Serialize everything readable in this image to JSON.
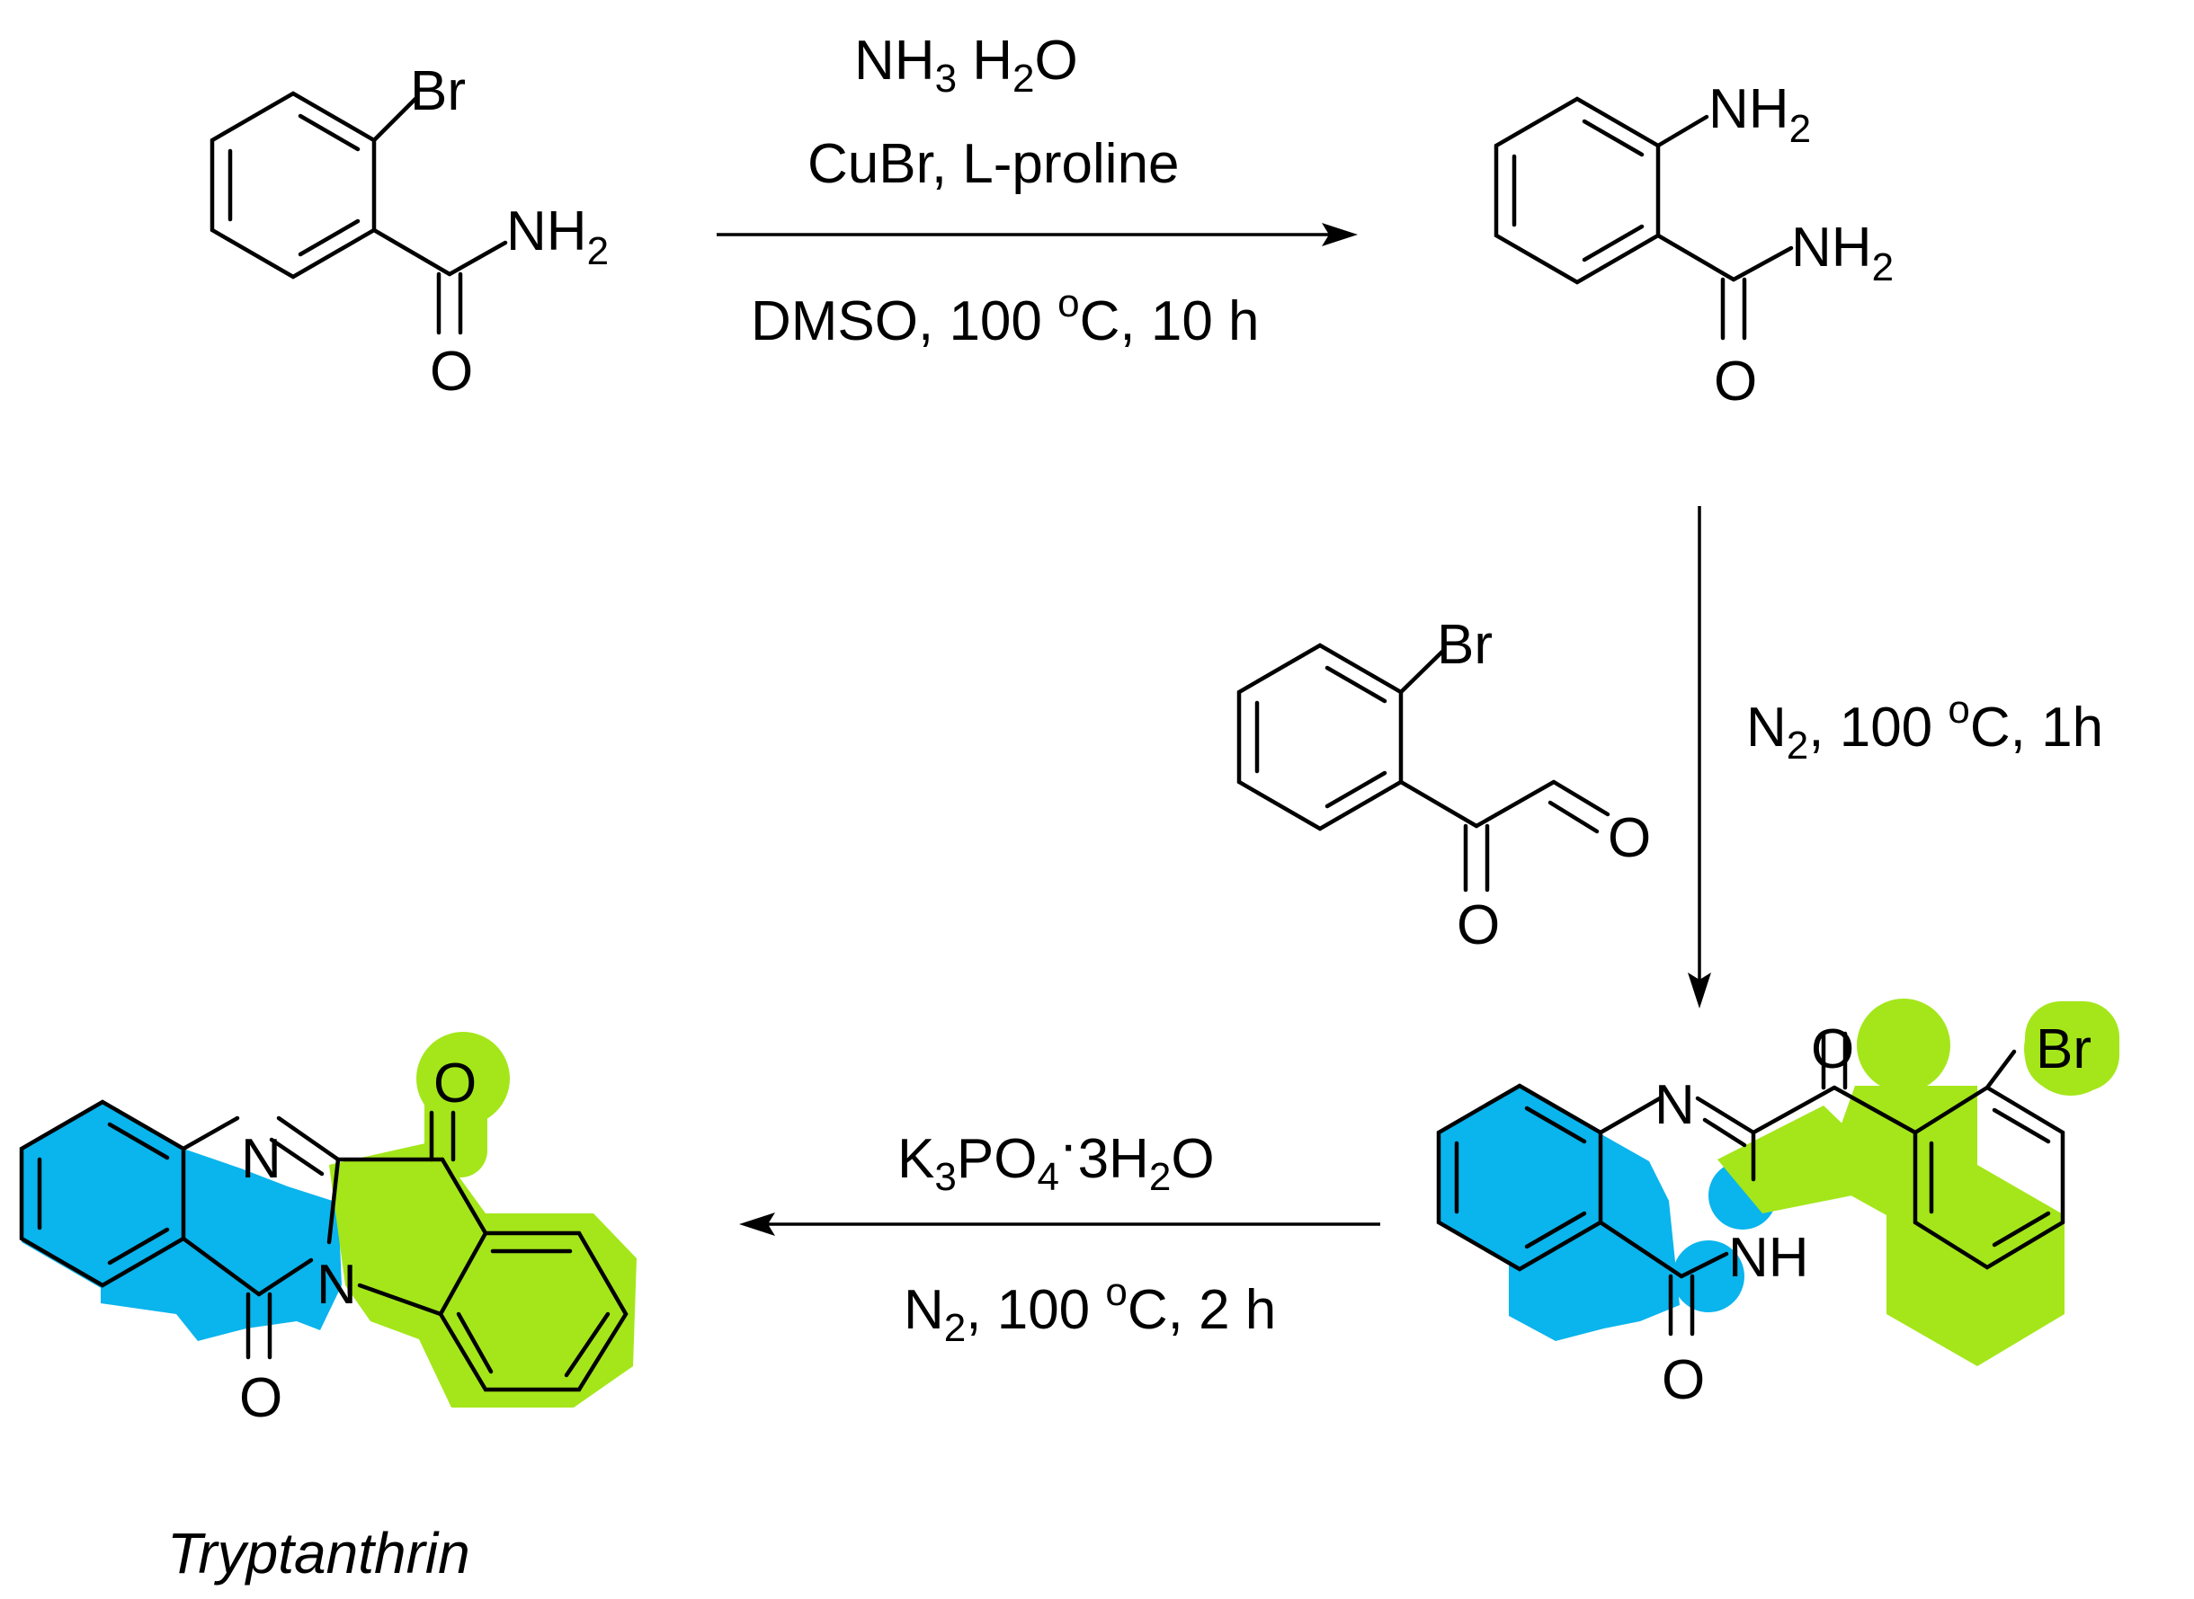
{
  "colors": {
    "highlight_green": "#a4e61a",
    "highlight_blue": "#0ab4ec"
  },
  "atoms": {
    "br": "Br",
    "nh": "NH",
    "nh_h": "H",
    "two": "2",
    "o": "O",
    "n": "N"
  },
  "steps": [
    {
      "line1": {
        "a": "NH",
        "a_sub": "3",
        "b": " H",
        "b_sub": "2",
        "c": "O"
      },
      "line2": "CuBr, L-proline",
      "line3": {
        "a": "DMSO, 100 ",
        "sup": "o",
        "b": "C, 10 h"
      }
    },
    {
      "line1": {
        "a": "N",
        "a_sub": "2",
        "b": ", 100 ",
        "sup": "o",
        "c": "C, 1h"
      }
    },
    {
      "line1": {
        "a": "K",
        "a_sub": "3",
        "b": "PO",
        "b_sub": "4",
        "dot": "·",
        "c": "3H",
        "c_sub": "2",
        "d": "O"
      },
      "line2": {
        "a": "N",
        "a_sub": "2",
        "b": ", 100 ",
        "sup": "o",
        "c": "C, 2 h"
      }
    }
  ],
  "product_name": "Tryptanthrin"
}
